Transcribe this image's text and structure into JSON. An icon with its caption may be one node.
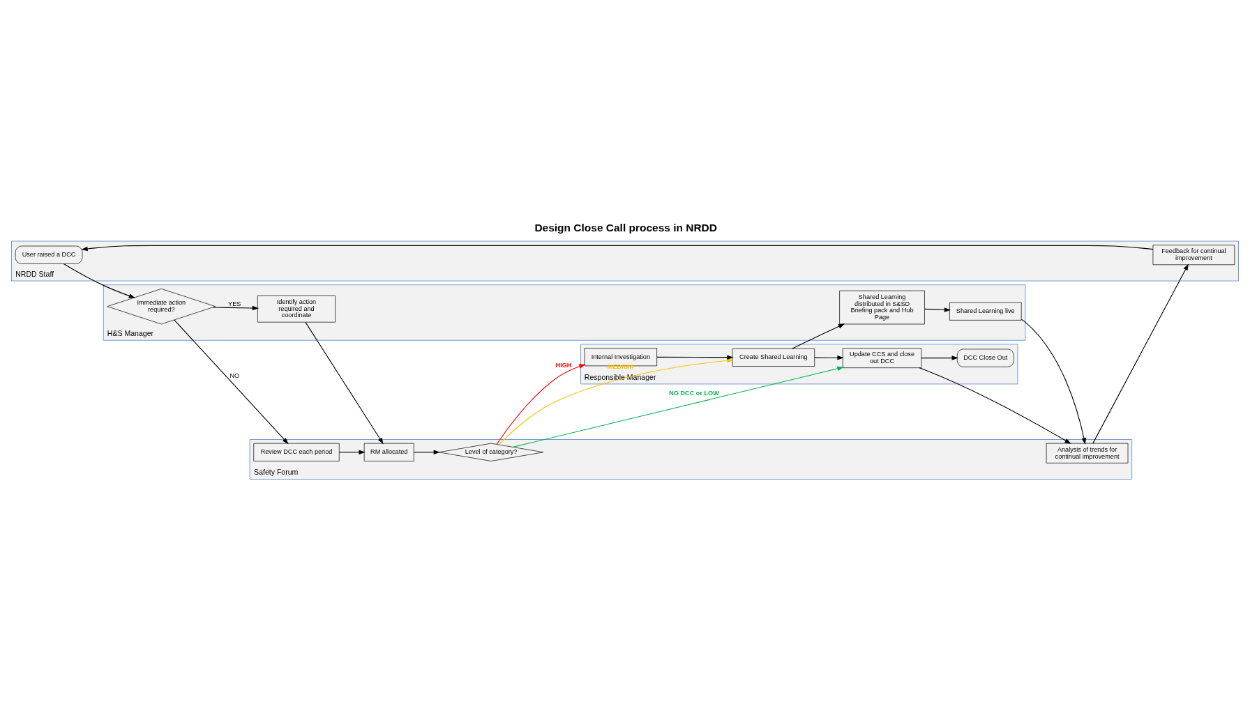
{
  "diagram": {
    "title": "Design Close Call process in NRDD",
    "nodes": [
      {
        "text": [
          "NRDD Staff"
        ]
      },
      {
        "text": [
          "User raised a DCC"
        ],
        "in": 0
      },
      {
        "text": [
          "Feedback for continual improvement"
        ],
        "in": 0
      },
      {
        "text": [
          "H&S Manager"
        ]
      },
      {
        "text": [
          "Immediate action required?"
        ],
        "in": 3
      },
      {
        "text": [
          "Identify action required and coordinate"
        ],
        "in": 3
      },
      {
        "text": [
          "Shared Learning distributed in S&SD Briefing pack and Hub Page"
        ],
        "in": 3
      },
      {
        "text": [
          "Shared Learning live"
        ],
        "in": 3
      },
      {
        "text": [
          "Safety Forum"
        ]
      },
      {
        "text": [
          "Review DCC each period"
        ],
        "in": 8
      },
      {
        "text": [
          "RM allocated"
        ],
        "in": 8
      },
      {
        "text": [
          "Level of category?"
        ],
        "in": 8
      },
      {
        "text": [
          "Analysis of trends for continual improvement"
        ],
        "in": 8
      },
      {
        "text": [
          "Responsible Manager"
        ]
      },
      {
        "text": [
          "Internal Investigation"
        ],
        "in": 13
      },
      {
        "text": [
          "Create Shared Learning"
        ],
        "in": 13
      },
      {
        "text": [
          "Update CCS and close out DCC"
        ],
        "in": 13
      },
      {
        "text": [
          "DCC Close Out"
        ],
        "in": 13
      }
    ],
    "edges": [
      {
        "from": 2,
        "to": 1,
        "arrow": "to"
      },
      {
        "from": 1,
        "to": 4,
        "arrow": "to"
      },
      {
        "from": 4,
        "to": 5,
        "arrow": "to",
        "label": "YES"
      },
      {
        "from": 4,
        "to": 9,
        "arrow": "to",
        "label": "NO"
      },
      {
        "from": 5,
        "to": 10,
        "arrow": "to"
      },
      {
        "from": 9,
        "to": 10,
        "arrow": "to"
      },
      {
        "from": 10,
        "to": 11,
        "arrow": "to"
      },
      {
        "from": 11,
        "to": 14,
        "arrow": "to",
        "label": "HIGH",
        "color": "#ff0000"
      },
      {
        "from": 11,
        "to": 15,
        "arrow": "to",
        "label": "MEDIUM",
        "color": "#ffc000"
      },
      {
        "from": 11,
        "to": 16,
        "arrow": "to",
        "label": "NO DCC or LOW",
        "color": "#00b050"
      },
      {
        "from": 14,
        "to": 15,
        "arrow": "to"
      },
      {
        "from": 15,
        "to": 6,
        "arrow": "to"
      },
      {
        "from": 15,
        "to": 16,
        "arrow": "to"
      },
      {
        "from": 6,
        "to": 7,
        "arrow": "to"
      },
      {
        "from": 7,
        "to": 12,
        "arrow": "to"
      },
      {
        "from": 16,
        "to": 12,
        "arrow": "to"
      },
      {
        "from": 16,
        "to": 17,
        "arrow": "to"
      },
      {
        "from": 12,
        "to": 2,
        "arrow": "to"
      }
    ]
  }
}
